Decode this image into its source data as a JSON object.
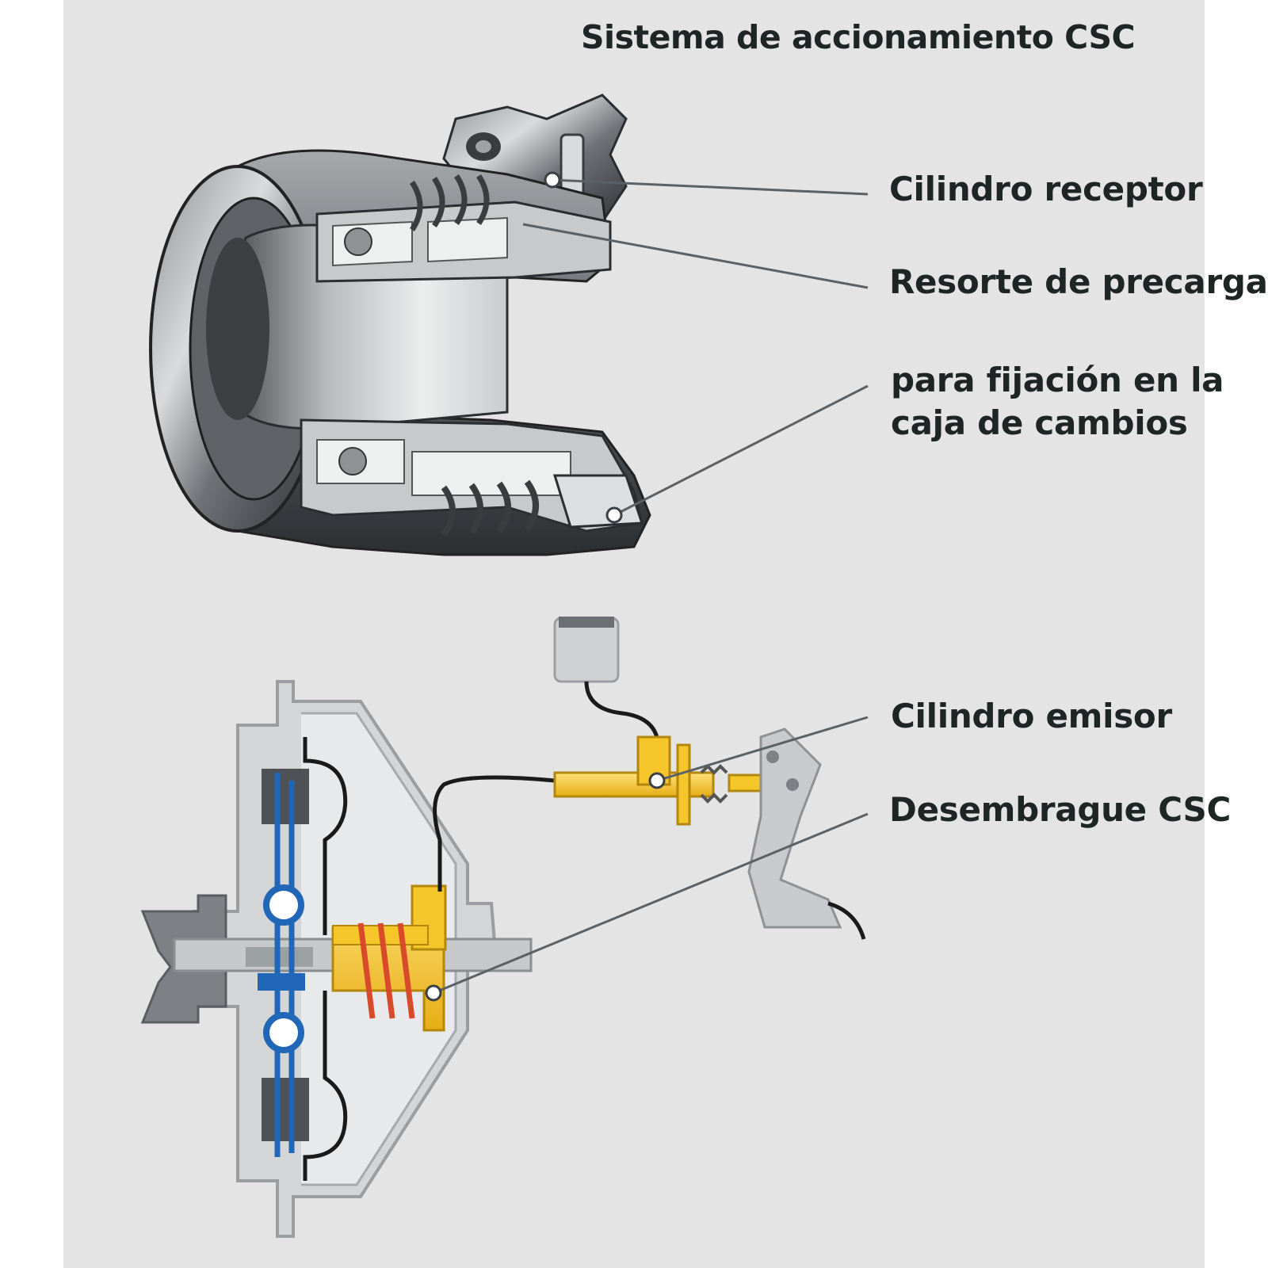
{
  "title": "Sistema de accionamiento CSC",
  "labels": {
    "slave_cylinder": "Cilindro receptor",
    "preload_spring": "Resorte de precarga",
    "gearbox_mount_line1": "para fijación en la",
    "gearbox_mount_line2": "caja de cambios",
    "master_cylinder": "Cilindro emisor",
    "csc_release": "Desembrague CSC"
  },
  "colors": {
    "background": "#e4e4e4",
    "text": "#1e2625",
    "leader_line": "#5a6166",
    "yellow": "#f4c62a",
    "blue": "#2167b8",
    "spring_red": "#d94a2a"
  }
}
